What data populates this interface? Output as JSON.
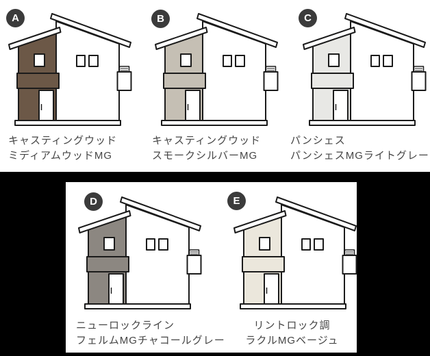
{
  "colors": {
    "top_bg": "#ffffff",
    "bottom_bg": "#000000",
    "panel_bg": "#ffffff",
    "wall_white": "#ffffff",
    "line": "#1b1b1b",
    "text": "#454545",
    "badge_bg": "#3b3b3b",
    "badge_fg": "#ffffff"
  },
  "options": [
    {
      "label": "A",
      "line1": "キャスティングウッド",
      "line2": "ミディアムウッドMG",
      "accent": "#6c5847"
    },
    {
      "label": "B",
      "line1": "キャスティングウッド",
      "line2": "スモークシルバーMG",
      "accent": "#c5bfb4"
    },
    {
      "label": "C",
      "line1": "パンシェス",
      "line2": "パンシェスMGライトグレー",
      "accent": "#e8e8e5"
    },
    {
      "label": "D",
      "line1": "ニューロックライン",
      "line2": "フェルムMGチャコールグレー",
      "accent": "#8c8781"
    },
    {
      "label": "E",
      "line1": "リントロック調",
      "line2": "ラクルMGベージュ",
      "accent": "#ebe7dc"
    }
  ]
}
